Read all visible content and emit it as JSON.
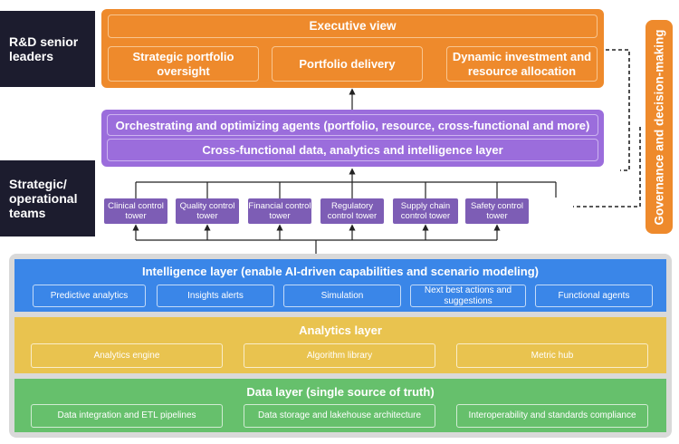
{
  "side_labels": {
    "leaders": "R&D senior leaders",
    "teams": "Strategic/ operational teams"
  },
  "executive": {
    "title": "Executive view",
    "items": [
      "Strategic portfolio oversight",
      "Portfolio delivery",
      "Dynamic investment and resource allocation"
    ]
  },
  "orchestration": {
    "agents": "Orchestrating and optimizing agents (portfolio, resource, cross-functional and more)",
    "data_layer": "Cross-functional data, analytics and intelligence layer"
  },
  "towers": [
    "Clinical control tower",
    "Quality control tower",
    "Financial control tower",
    "Regulatory control tower",
    "Supply chain control tower",
    "Safety control tower"
  ],
  "governance": "Governance and decision-making",
  "intelligence": {
    "title": "Intelligence layer (enable AI-driven capabilities and scenario modeling)",
    "items": [
      "Predictive analytics",
      "Insights alerts",
      "Simulation",
      "Next best actions and suggestions",
      "Functional agents"
    ]
  },
  "analytics": {
    "title": "Analytics layer",
    "items": [
      "Analytics engine",
      "Algorithm library",
      "Metric hub"
    ]
  },
  "data_layer": {
    "title": "Data layer (single source of truth)",
    "items": [
      "Data integration and ETL pipelines",
      "Data storage and lakehouse architecture",
      "Interoperability and standards compliance"
    ]
  },
  "colors": {
    "orange": "#ee8a2c",
    "purple": "#9b6ddc",
    "tower": "#7d5db5",
    "blue": "#3a86e8",
    "yellow": "#e9c34f",
    "green": "#66c06c",
    "dark": "#1c1c2e"
  }
}
